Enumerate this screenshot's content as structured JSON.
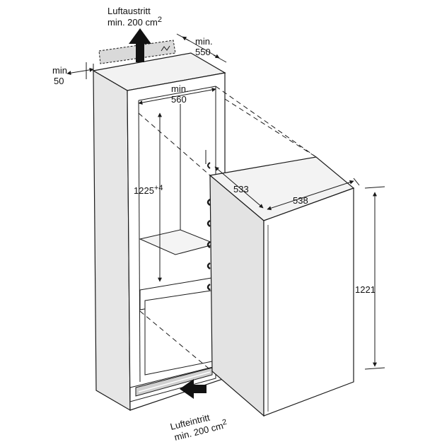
{
  "labels": {
    "outlet_line1": "Luftaustritt",
    "outlet_line2": "min. 200 cm",
    "outlet_sup": "2",
    "inlet_line1": "Lufteintritt",
    "inlet_line2": "min. 200 cm",
    "inlet_sup": "2",
    "depth_min": "min.",
    "depth_val": "550",
    "side_min": "min.",
    "side_val": "50",
    "width_min": "min.",
    "width_val": "560",
    "niche_height": "1225",
    "niche_height_tol": "+4",
    "appliance_depth": "533",
    "appliance_width": "538",
    "appliance_height": "1221"
  },
  "colors": {
    "line": "#1a1a1a",
    "panel": "#e6e6e6",
    "panel_dark": "#cfcfcf",
    "vent": "#d9d9d9"
  }
}
